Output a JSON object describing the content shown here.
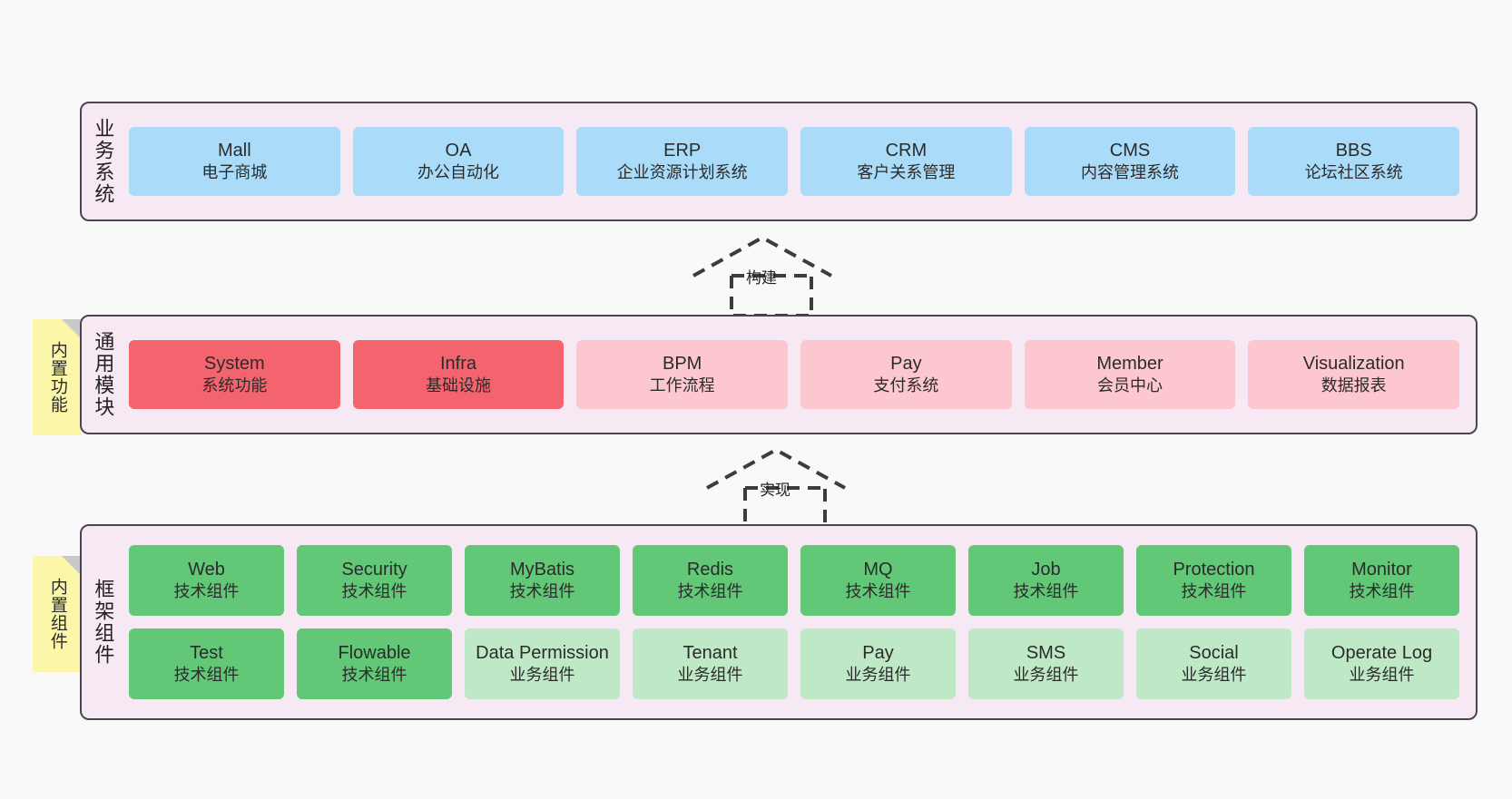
{
  "diagram": {
    "background_color": "#f9f9f9",
    "layer_fill": "#f7e9f3",
    "layer_border": "#4a4550",
    "sticky_color": "#fcf6a8"
  },
  "layers": [
    {
      "id": "business",
      "title": "业务系统",
      "rows": [
        {
          "cards": [
            {
              "title": "Mall",
              "sub": "电子商城",
              "color": "#aadcf9"
            },
            {
              "title": "OA",
              "sub": "办公自动化",
              "color": "#aadcf9"
            },
            {
              "title": "ERP",
              "sub": "企业资源计划系统",
              "color": "#aadcf9"
            },
            {
              "title": "CRM",
              "sub": "客户关系管理",
              "color": "#aadcf9"
            },
            {
              "title": "CMS",
              "sub": "内容管理系统",
              "color": "#aadcf9"
            },
            {
              "title": "BBS",
              "sub": "论坛社区系统",
              "color": "#aadcf9"
            }
          ]
        }
      ]
    },
    {
      "id": "common",
      "title": "通用模块",
      "sticky": "内置功能",
      "rows": [
        {
          "cards": [
            {
              "title": "System",
              "sub": "系统功能",
              "color": "#f4646e"
            },
            {
              "title": "Infra",
              "sub": "基础设施",
              "color": "#f4646e"
            },
            {
              "title": "BPM",
              "sub": "工作流程",
              "color": "#fcc7ce"
            },
            {
              "title": "Pay",
              "sub": "支付系统",
              "color": "#fcc7ce"
            },
            {
              "title": "Member",
              "sub": "会员中心",
              "color": "#fcc7ce"
            },
            {
              "title": "Visualization",
              "sub": "数据报表",
              "color": "#fcc7ce"
            }
          ]
        }
      ]
    },
    {
      "id": "framework",
      "title": "框架组件",
      "sticky": "内置组件",
      "rows": [
        {
          "cards": [
            {
              "title": "Web",
              "sub": "技术组件",
              "color": "#62c878"
            },
            {
              "title": "Security",
              "sub": "技术组件",
              "color": "#62c878"
            },
            {
              "title": "MyBatis",
              "sub": "技术组件",
              "color": "#62c878"
            },
            {
              "title": "Redis",
              "sub": "技术组件",
              "color": "#62c878"
            },
            {
              "title": "MQ",
              "sub": "技术组件",
              "color": "#62c878"
            },
            {
              "title": "Job",
              "sub": "技术组件",
              "color": "#62c878"
            },
            {
              "title": "Protection",
              "sub": "技术组件",
              "color": "#62c878"
            },
            {
              "title": "Monitor",
              "sub": "技术组件",
              "color": "#62c878"
            }
          ]
        },
        {
          "cards": [
            {
              "title": "Test",
              "sub": "技术组件",
              "color": "#62c878"
            },
            {
              "title": "Flowable",
              "sub": "技术组件",
              "color": "#62c878"
            },
            {
              "title": "Data Permission",
              "sub": "业务组件",
              "color": "#bfe8c7",
              "wrap": true
            },
            {
              "title": "Tenant",
              "sub": "业务组件",
              "color": "#bfe8c7"
            },
            {
              "title": "Pay",
              "sub": "业务组件",
              "color": "#bfe8c7"
            },
            {
              "title": "SMS",
              "sub": "业务组件",
              "color": "#bfe8c7"
            },
            {
              "title": "Social",
              "sub": "业务组件",
              "color": "#bfe8c7"
            },
            {
              "title": "Operate Log",
              "sub": "业务组件",
              "color": "#bfe8c7"
            }
          ]
        }
      ]
    }
  ],
  "connectors": [
    {
      "id": "build",
      "label": "构建",
      "from": "common",
      "to": "business",
      "style": "dashed-generalization"
    },
    {
      "id": "realize",
      "label": "实现",
      "from": "framework",
      "to": "common",
      "style": "dashed-generalization"
    }
  ]
}
